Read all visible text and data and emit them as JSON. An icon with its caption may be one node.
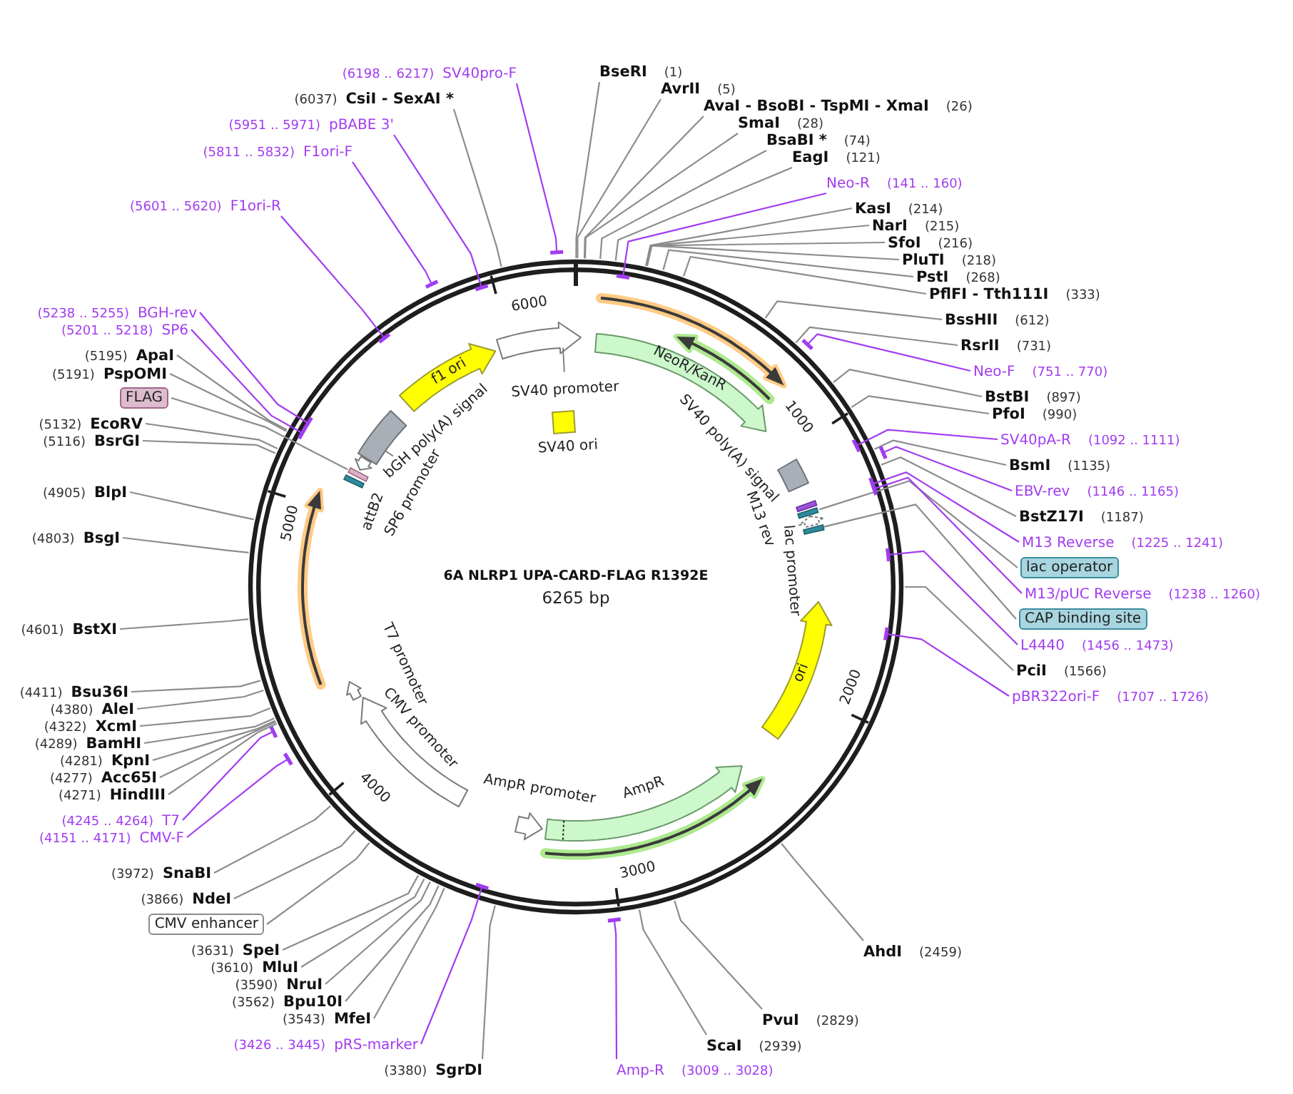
{
  "diagram": {
    "title": "6A NLRP1 UPA-CARD-FLAG R1392E",
    "nodes": [
      {
        "text": [
          "BseRI",
          "(1)"
        ]
      },
      {
        "text": [
          "AvrII",
          "(5)"
        ]
      },
      {
        "text": [
          "AvaI - BsoBI - TspMI - XmaI",
          "(26)"
        ]
      },
      {
        "text": [
          "SmaI",
          "(28)"
        ]
      },
      {
        "text": [
          "BsaBI *",
          "(74)"
        ]
      },
      {
        "text": [
          "EagI",
          "(121)"
        ]
      },
      {
        "text": [
          "Neo-R",
          "(141 .. 160)"
        ]
      },
      {
        "text": [
          "KasI",
          "(214)"
        ]
      },
      {
        "text": [
          "NarI",
          "(215)"
        ]
      },
      {
        "text": [
          "SfoI",
          "(216)"
        ]
      },
      {
        "text": [
          "PluTI",
          "(218)"
        ]
      },
      {
        "text": [
          "PstI",
          "(268)"
        ]
      },
      {
        "text": [
          "PflFI - Tth111I",
          "(333)"
        ]
      },
      {
        "text": [
          "BssHII",
          "(612)"
        ]
      },
      {
        "text": [
          "RsrII",
          "(731)"
        ]
      },
      {
        "text": [
          "Neo-F",
          "(751 .. 770)"
        ]
      },
      {
        "text": [
          "BstBI",
          "(897)"
        ]
      },
      {
        "text": [
          "PfoI",
          "(990)"
        ]
      },
      {
        "text": [
          "SV40pA-R",
          "(1092 .. 1111)"
        ]
      },
      {
        "text": [
          "BsmI",
          "(1135)"
        ]
      },
      {
        "text": [
          "EBV-rev",
          "(1146 .. 1165)"
        ]
      },
      {
        "text": [
          "BstZ17I",
          "(1187)"
        ]
      },
      {
        "text": [
          "M13 Reverse",
          "(1225 .. 1241)"
        ]
      },
      {
        "text": [
          "lac operator"
        ]
      },
      {
        "text": [
          "M13/pUC Reverse",
          "(1238 .. 1260)"
        ]
      },
      {
        "text": [
          "CAP binding site"
        ]
      },
      {
        "text": [
          "L4440",
          "(1456 .. 1473)"
        ]
      },
      {
        "text": [
          "PciI",
          "(1566)"
        ]
      },
      {
        "text": [
          "pBR322ori-F",
          "(1707 .. 1726)"
        ]
      },
      {
        "text": [
          "AhdI",
          "(2459)"
        ]
      },
      {
        "text": [
          "PvuI",
          "(2829)"
        ]
      },
      {
        "text": [
          "ScaI",
          "(2939)"
        ]
      },
      {
        "text": [
          "Amp-R",
          "(3009 .. 3028)"
        ]
      },
      {
        "text": [
          "(3380)",
          "SgrDI"
        ]
      },
      {
        "text": [
          "(3426 .. 3445)",
          "pRS-marker"
        ]
      },
      {
        "text": [
          "(3543)",
          "MfeI"
        ]
      },
      {
        "text": [
          "(3562)",
          "Bpu10I"
        ]
      },
      {
        "text": [
          "(3590)",
          "NruI"
        ]
      },
      {
        "text": [
          "(3610)",
          "MluI"
        ]
      },
      {
        "text": [
          "(3631)",
          "SpeI"
        ]
      },
      {
        "text": [
          "CMV enhancer"
        ]
      },
      {
        "text": [
          "(3866)",
          "NdeI"
        ]
      },
      {
        "text": [
          "(3972)",
          "SnaBI"
        ]
      },
      {
        "text": [
          "(4151 .. 4171)",
          "CMV-F"
        ]
      },
      {
        "text": [
          "(4245 .. 4264)",
          "T7"
        ]
      },
      {
        "text": [
          "(4271)",
          "HindIII"
        ]
      },
      {
        "text": [
          "(4277)",
          "Acc65I"
        ]
      },
      {
        "text": [
          "(4281)",
          "KpnI"
        ]
      },
      {
        "text": [
          "(4289)",
          "BamHI"
        ]
      },
      {
        "text": [
          "(4322)",
          "XcmI"
        ]
      },
      {
        "text": [
          "(4380)",
          "AleI"
        ]
      },
      {
        "text": [
          "(4411)",
          "Bsu36I"
        ]
      },
      {
        "text": [
          "(4601)",
          "BstXI"
        ]
      },
      {
        "text": [
          "(4803)",
          "BsgI"
        ]
      },
      {
        "text": [
          "(4905)",
          "BlpI"
        ]
      },
      {
        "text": [
          "(5116)",
          "BsrGI"
        ]
      },
      {
        "text": [
          "(5132)",
          "EcoRV"
        ]
      },
      {
        "text": [
          "FLAG"
        ]
      },
      {
        "text": [
          "(5191)",
          "PspOMI"
        ]
      },
      {
        "text": [
          "(5195)",
          "ApaI"
        ]
      },
      {
        "text": [
          "(5201 .. 5218)",
          "SP6"
        ]
      },
      {
        "text": [
          "(5238 .. 5255)",
          "BGH-rev"
        ]
      },
      {
        "text": [
          "(5601 .. 5620)",
          "F1ori-R"
        ]
      },
      {
        "text": [
          "(5811 .. 5832)",
          "F1ori-F"
        ]
      },
      {
        "text": [
          "(5951 .. 5971)",
          "pBABE 3'"
        ]
      },
      {
        "text": [
          "(6037)",
          "CsiI - SexAI *"
        ]
      },
      {
        "text": [
          "(6198 .. 6217)",
          "SV40pro-F"
        ]
      },
      {
        "text": [
          "NeoR/KanR"
        ]
      },
      {
        "text": [
          "SV40 poly(A) signal"
        ]
      },
      {
        "text": [
          "M13 rev"
        ]
      },
      {
        "text": [],
        "shape": "bar"
      },
      {
        "text": [
          "lac promoter"
        ]
      },
      {
        "text": [],
        "shape": "bar"
      },
      {
        "text": [
          "ori"
        ]
      },
      {
        "text": [
          "AmpR"
        ]
      },
      {
        "text": [
          "AmpR promoter"
        ]
      },
      {
        "text": [
          "CMV promoter"
        ]
      },
      {
        "text": [
          "T7 promoter"
        ]
      },
      {
        "text": [],
        "shape": "bar"
      },
      {
        "text": [
          "attB2"
        ]
      },
      {
        "text": [
          "SP6 promoter"
        ]
      },
      {
        "text": [
          "bGH poly(A) signal"
        ]
      },
      {
        "text": [
          "f1 ori"
        ]
      },
      {
        "text": [
          "SV40 promoter"
        ]
      },
      {
        "text": [
          "SV40 ori"
        ]
      }
    ],
    "edges": [
      {
        "from": 0,
        "to": null,
        "arrow": "none"
      },
      {
        "from": 1,
        "to": null,
        "arrow": "none"
      },
      {
        "from": 2,
        "to": null,
        "arrow": "none"
      },
      {
        "from": 3,
        "to": null,
        "arrow": "none"
      },
      {
        "from": 4,
        "to": null,
        "arrow": "none"
      },
      {
        "from": 5,
        "to": null,
        "arrow": "none"
      },
      {
        "from": 6,
        "to": null,
        "arrow": "other",
        "color": "#a23cf0"
      },
      {
        "from": 7,
        "to": null,
        "arrow": "none"
      },
      {
        "from": 8,
        "to": null,
        "arrow": "none"
      },
      {
        "from": 9,
        "to": null,
        "arrow": "none"
      },
      {
        "from": 10,
        "to": null,
        "arrow": "none"
      },
      {
        "from": 11,
        "to": null,
        "arrow": "none"
      },
      {
        "from": 12,
        "to": null,
        "arrow": "none"
      },
      {
        "from": 13,
        "to": null,
        "arrow": "none"
      },
      {
        "from": 14,
        "to": null,
        "arrow": "none"
      },
      {
        "from": 15,
        "to": null,
        "arrow": "other",
        "color": "#a23cf0"
      },
      {
        "from": 16,
        "to": null,
        "arrow": "none"
      },
      {
        "from": 17,
        "to": null,
        "arrow": "none"
      },
      {
        "from": 18,
        "to": null,
        "arrow": "other",
        "color": "#a23cf0"
      },
      {
        "from": 19,
        "to": null,
        "arrow": "none"
      },
      {
        "from": 20,
        "to": null,
        "arrow": "other",
        "color": "#a23cf0"
      },
      {
        "from": 21,
        "to": null,
        "arrow": "none"
      },
      {
        "from": 22,
        "to": null,
        "arrow": "other",
        "color": "#a23cf0"
      },
      {
        "from": 23,
        "to": 70,
        "arrow": "none"
      },
      {
        "from": 24,
        "to": null,
        "arrow": "other",
        "color": "#a23cf0"
      },
      {
        "from": 25,
        "to": 72,
        "arrow": "none"
      },
      {
        "from": 26,
        "to": null,
        "arrow": "other",
        "color": "#a23cf0"
      },
      {
        "from": 27,
        "to": null,
        "arrow": "none"
      },
      {
        "from": 28,
        "to": null,
        "arrow": "other",
        "color": "#a23cf0"
      },
      {
        "from": 29,
        "to": null,
        "arrow": "none"
      },
      {
        "from": 30,
        "to": null,
        "arrow": "none"
      },
      {
        "from": 31,
        "to": null,
        "arrow": "none"
      },
      {
        "from": 32,
        "to": null,
        "arrow": "other",
        "color": "#a23cf0"
      },
      {
        "from": 33,
        "to": null,
        "arrow": "none"
      },
      {
        "from": 34,
        "to": null,
        "arrow": "other",
        "color": "#a23cf0"
      },
      {
        "from": 35,
        "to": null,
        "arrow": "none"
      },
      {
        "from": 36,
        "to": null,
        "arrow": "none"
      },
      {
        "from": 37,
        "to": null,
        "arrow": "none"
      },
      {
        "from": 38,
        "to": null,
        "arrow": "none"
      },
      {
        "from": 39,
        "to": null,
        "arrow": "none"
      },
      {
        "from": 40,
        "to": null,
        "arrow": "none"
      },
      {
        "from": 41,
        "to": null,
        "arrow": "none"
      },
      {
        "from": 42,
        "to": null,
        "arrow": "none"
      },
      {
        "from": 43,
        "to": null,
        "arrow": "other",
        "color": "#a23cf0"
      },
      {
        "from": 44,
        "to": null,
        "arrow": "other",
        "color": "#a23cf0"
      },
      {
        "from": 45,
        "to": null,
        "arrow": "none"
      },
      {
        "from": 46,
        "to": null,
        "arrow": "none"
      },
      {
        "from": 47,
        "to": null,
        "arrow": "none"
      },
      {
        "from": 48,
        "to": null,
        "arrow": "none"
      },
      {
        "from": 49,
        "to": null,
        "arrow": "none"
      },
      {
        "from": 50,
        "to": null,
        "arrow": "none"
      },
      {
        "from": 51,
        "to": null,
        "arrow": "none"
      },
      {
        "from": 52,
        "to": null,
        "arrow": "none"
      },
      {
        "from": 53,
        "to": null,
        "arrow": "none"
      },
      {
        "from": 54,
        "to": null,
        "arrow": "none"
      },
      {
        "from": 55,
        "to": null,
        "arrow": "none"
      },
      {
        "from": 56,
        "to": null,
        "arrow": "none"
      },
      {
        "from": 57,
        "to": 78,
        "arrow": "none"
      },
      {
        "from": 58,
        "to": null,
        "arrow": "none"
      },
      {
        "from": 59,
        "to": null,
        "arrow": "none"
      },
      {
        "from": 60,
        "to": null,
        "arrow": "other",
        "color": "#a23cf0"
      },
      {
        "from": 61,
        "to": null,
        "arrow": "other",
        "color": "#a23cf0"
      },
      {
        "from": 62,
        "to": null,
        "arrow": "other",
        "color": "#a23cf0"
      },
      {
        "from": 63,
        "to": null,
        "arrow": "other",
        "color": "#a23cf0"
      },
      {
        "from": 64,
        "to": null,
        "arrow": "other",
        "color": "#a23cf0"
      },
      {
        "from": 65,
        "to": null,
        "arrow": "none"
      },
      {
        "from": 66,
        "to": null,
        "arrow": "other",
        "color": "#a23cf0"
      }
    ],
    "labels": [
      "6000",
      "1000",
      "5000",
      "6265 bp",
      "2000",
      "4000",
      "3000"
    ]
  }
}
